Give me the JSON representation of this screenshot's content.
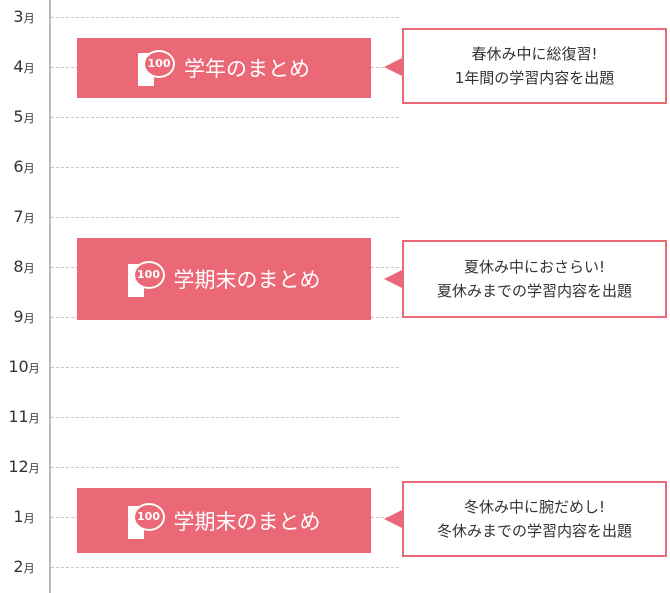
{
  "months": [
    "3",
    "4",
    "5",
    "6",
    "7",
    "8",
    "9",
    "10",
    "11",
    "12",
    "1",
    "2"
  ],
  "month_suffix": "月",
  "events": [
    {
      "title": "学年のまとめ",
      "icon": "100-icon",
      "badge": "100",
      "desc1": "春休み中に総復習!",
      "desc2": "1年間の学習内容を出題"
    },
    {
      "title": "学期末のまとめ",
      "icon": "100-icon",
      "badge": "100",
      "desc1": "夏休み中におさらい!",
      "desc2": "夏休みまでの学習内容を出題"
    },
    {
      "title": "学期末のまとめ",
      "icon": "100-icon",
      "badge": "100",
      "desc1": "冬休み中に腕だめし!",
      "desc2": "冬休みまでの学習内容を出題"
    }
  ],
  "colors": {
    "accent": "#eb6877"
  }
}
